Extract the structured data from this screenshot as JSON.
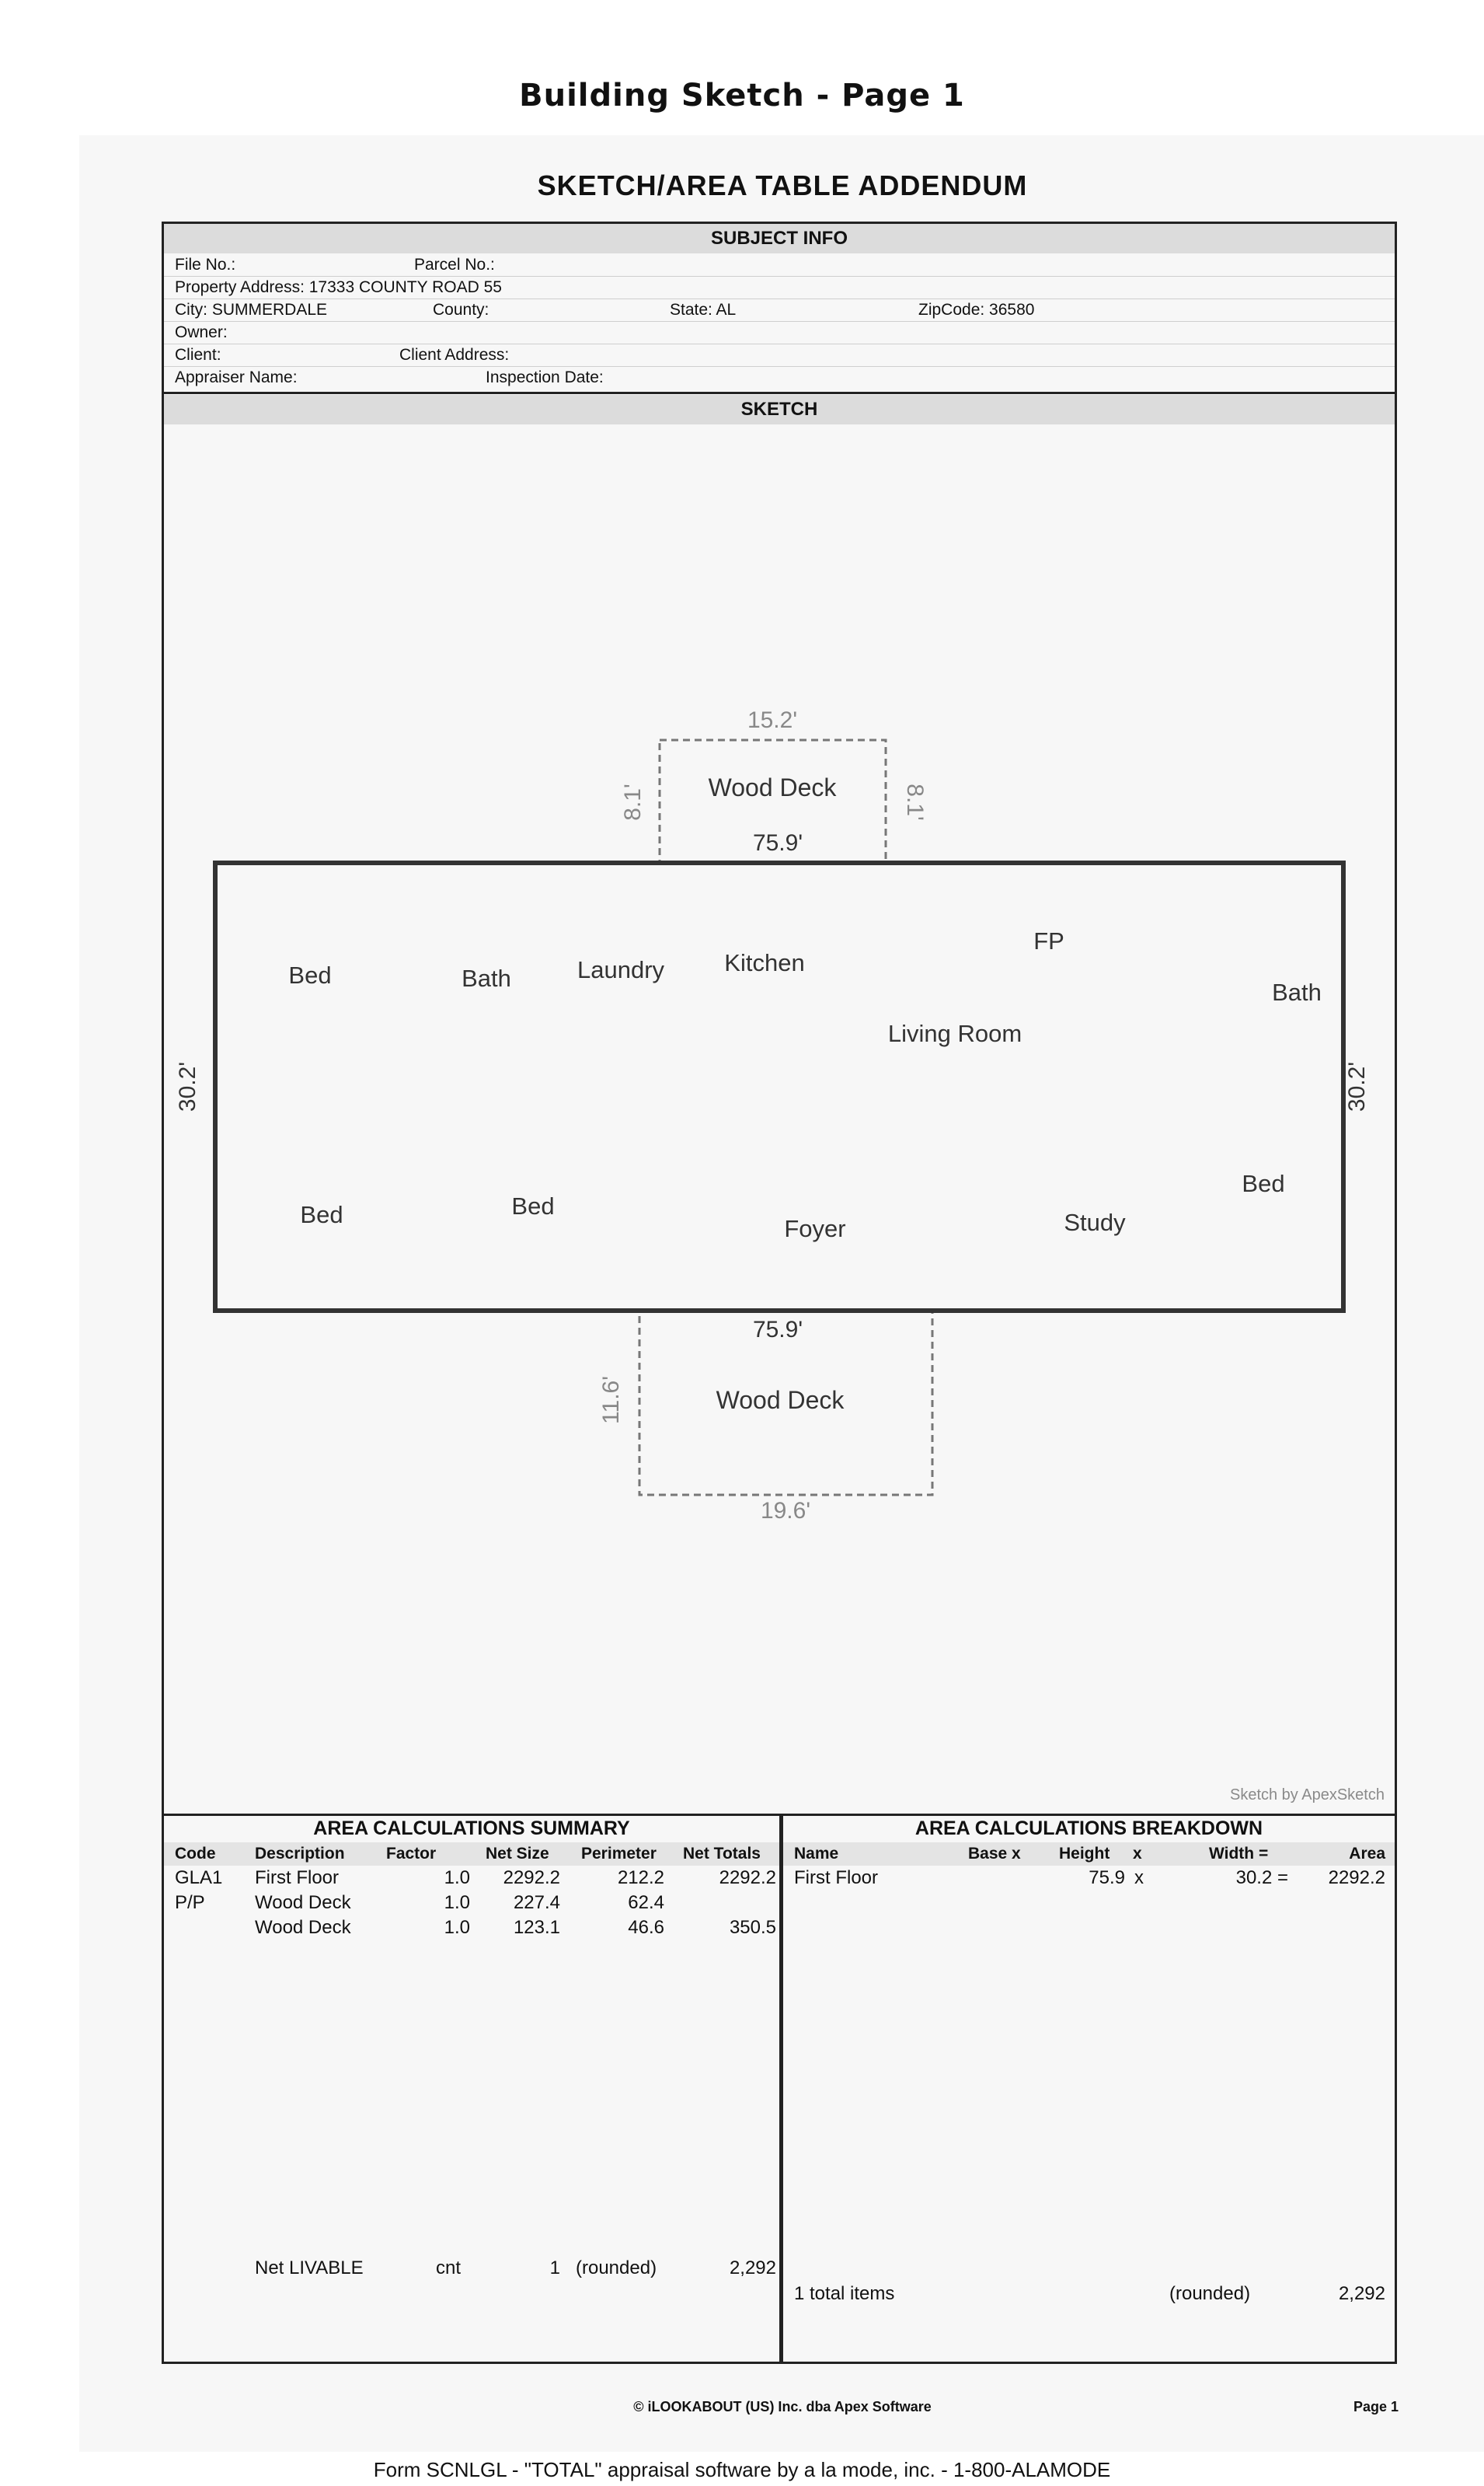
{
  "page_title": "Building Sketch - Page 1",
  "addendum_title": "SKETCH/AREA TABLE ADDENDUM",
  "subject_info": {
    "heading": "SUBJECT INFO",
    "file_no_label": "File No.:",
    "parcel_no_label": "Parcel No.:",
    "property_address": "Property Address: 17333 COUNTY ROAD 55",
    "city": "City: SUMMERDALE",
    "county_label": "County:",
    "state": "State: AL",
    "zipcode": "ZipCode: 36580",
    "owner_label": "Owner:",
    "client_label": "Client:",
    "client_address_label": "Client Address:",
    "appraiser_label": "Appraiser Name:",
    "inspection_label": "Inspection Date:"
  },
  "sketch": {
    "heading": "SKETCH",
    "credit": "Sketch by ApexSketch",
    "main_width_top": "75.9'",
    "main_width_bottom": "75.9'",
    "main_height_left": "30.2'",
    "main_height_right": "30.2'",
    "top_deck": {
      "label": "Wood Deck",
      "width": "15.2'",
      "height_left": "8.1'",
      "height_right": "8.1'"
    },
    "bottom_deck": {
      "label": "Wood Deck",
      "width": "19.6'",
      "height": "11.6'"
    },
    "rooms": {
      "bed1": "Bed",
      "bath1": "Bath",
      "laundry": "Laundry",
      "kitchen": "Kitchen",
      "fp": "FP",
      "bath2": "Bath",
      "living": "Living Room",
      "bed2": "Bed",
      "bed3": "Bed",
      "foyer": "Foyer",
      "study": "Study",
      "bed4": "Bed"
    },
    "colors": {
      "outline": "#333333",
      "deck_dash": "#777777",
      "room_text": "#333333"
    }
  },
  "summary": {
    "heading": "AREA CALCULATIONS SUMMARY",
    "headers": {
      "code": "Code",
      "description": "Description",
      "factor": "Factor",
      "net_size": "Net Size",
      "perimeter": "Perimeter",
      "net_totals": "Net Totals"
    },
    "rows": [
      {
        "code": "GLA1",
        "description": "First Floor",
        "factor": "1.0",
        "net_size": "2292.2",
        "perimeter": "212.2",
        "net_total": "2292.2"
      },
      {
        "code": "P/P",
        "description": "Wood Deck",
        "factor": "1.0",
        "net_size": "227.4",
        "perimeter": "62.4",
        "net_total": ""
      },
      {
        "code": "",
        "description": "Wood Deck",
        "factor": "1.0",
        "net_size": "123.1",
        "perimeter": "46.6",
        "net_total": "350.5"
      }
    ],
    "net_livable": {
      "label": "Net LIVABLE",
      "cnt": "cnt",
      "count": "1",
      "rounded": "(rounded)",
      "total": "2,292"
    }
  },
  "breakdown": {
    "heading": "AREA CALCULATIONS BREAKDOWN",
    "headers": {
      "name": "Name",
      "base": "Base x",
      "height": "Height",
      "x": "x",
      "width": "Width =",
      "area": "Area"
    },
    "rows": [
      {
        "name": "First Floor",
        "height": "75.9",
        "x": "x",
        "width": "30.2 =",
        "area": "2292.2"
      }
    ],
    "total_items": "1 total items",
    "rounded": "(rounded)",
    "total": "2,292"
  },
  "footer": {
    "copyright": "© iLOOKABOUT (US) Inc. dba Apex Software",
    "page": "Page 1",
    "form_line": "Form SCNLGL - \"TOTAL\" appraisal software by a la mode, inc. - 1-800-ALAMODE"
  }
}
